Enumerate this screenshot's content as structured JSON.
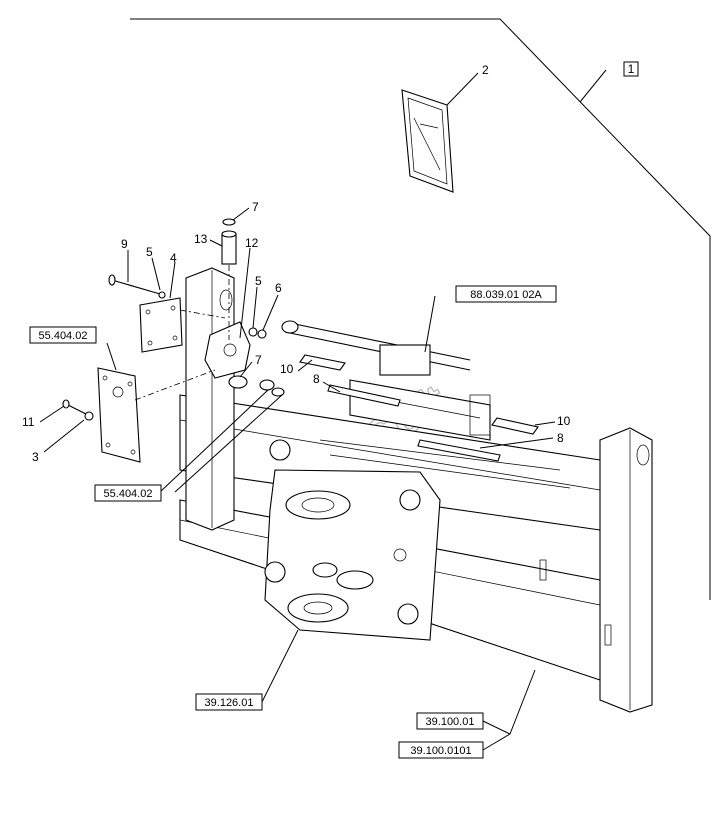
{
  "watermark": "AutoSoft",
  "callouts": {
    "assembly": "1",
    "decal": "2",
    "screw_left": "3",
    "plate_a": "4",
    "washer_top": "5",
    "washer_mid": "5",
    "nut": "6",
    "ring_top": "7",
    "ring_mid": "7",
    "pad_left": "8",
    "pad_right": "8",
    "bolt_long": "9",
    "shim_left": "10",
    "shim_right": "10",
    "screw_bolt": "11",
    "bracket": "12",
    "pin": "13"
  },
  "refs": {
    "hydraulic": "88.039.01 02A",
    "plate_top": "55.404.02",
    "plate_bottom": "55.404.02",
    "tow_hitch": "39.126.01",
    "frame_a": "39.100.01",
    "frame_b": "39.100.0101"
  }
}
